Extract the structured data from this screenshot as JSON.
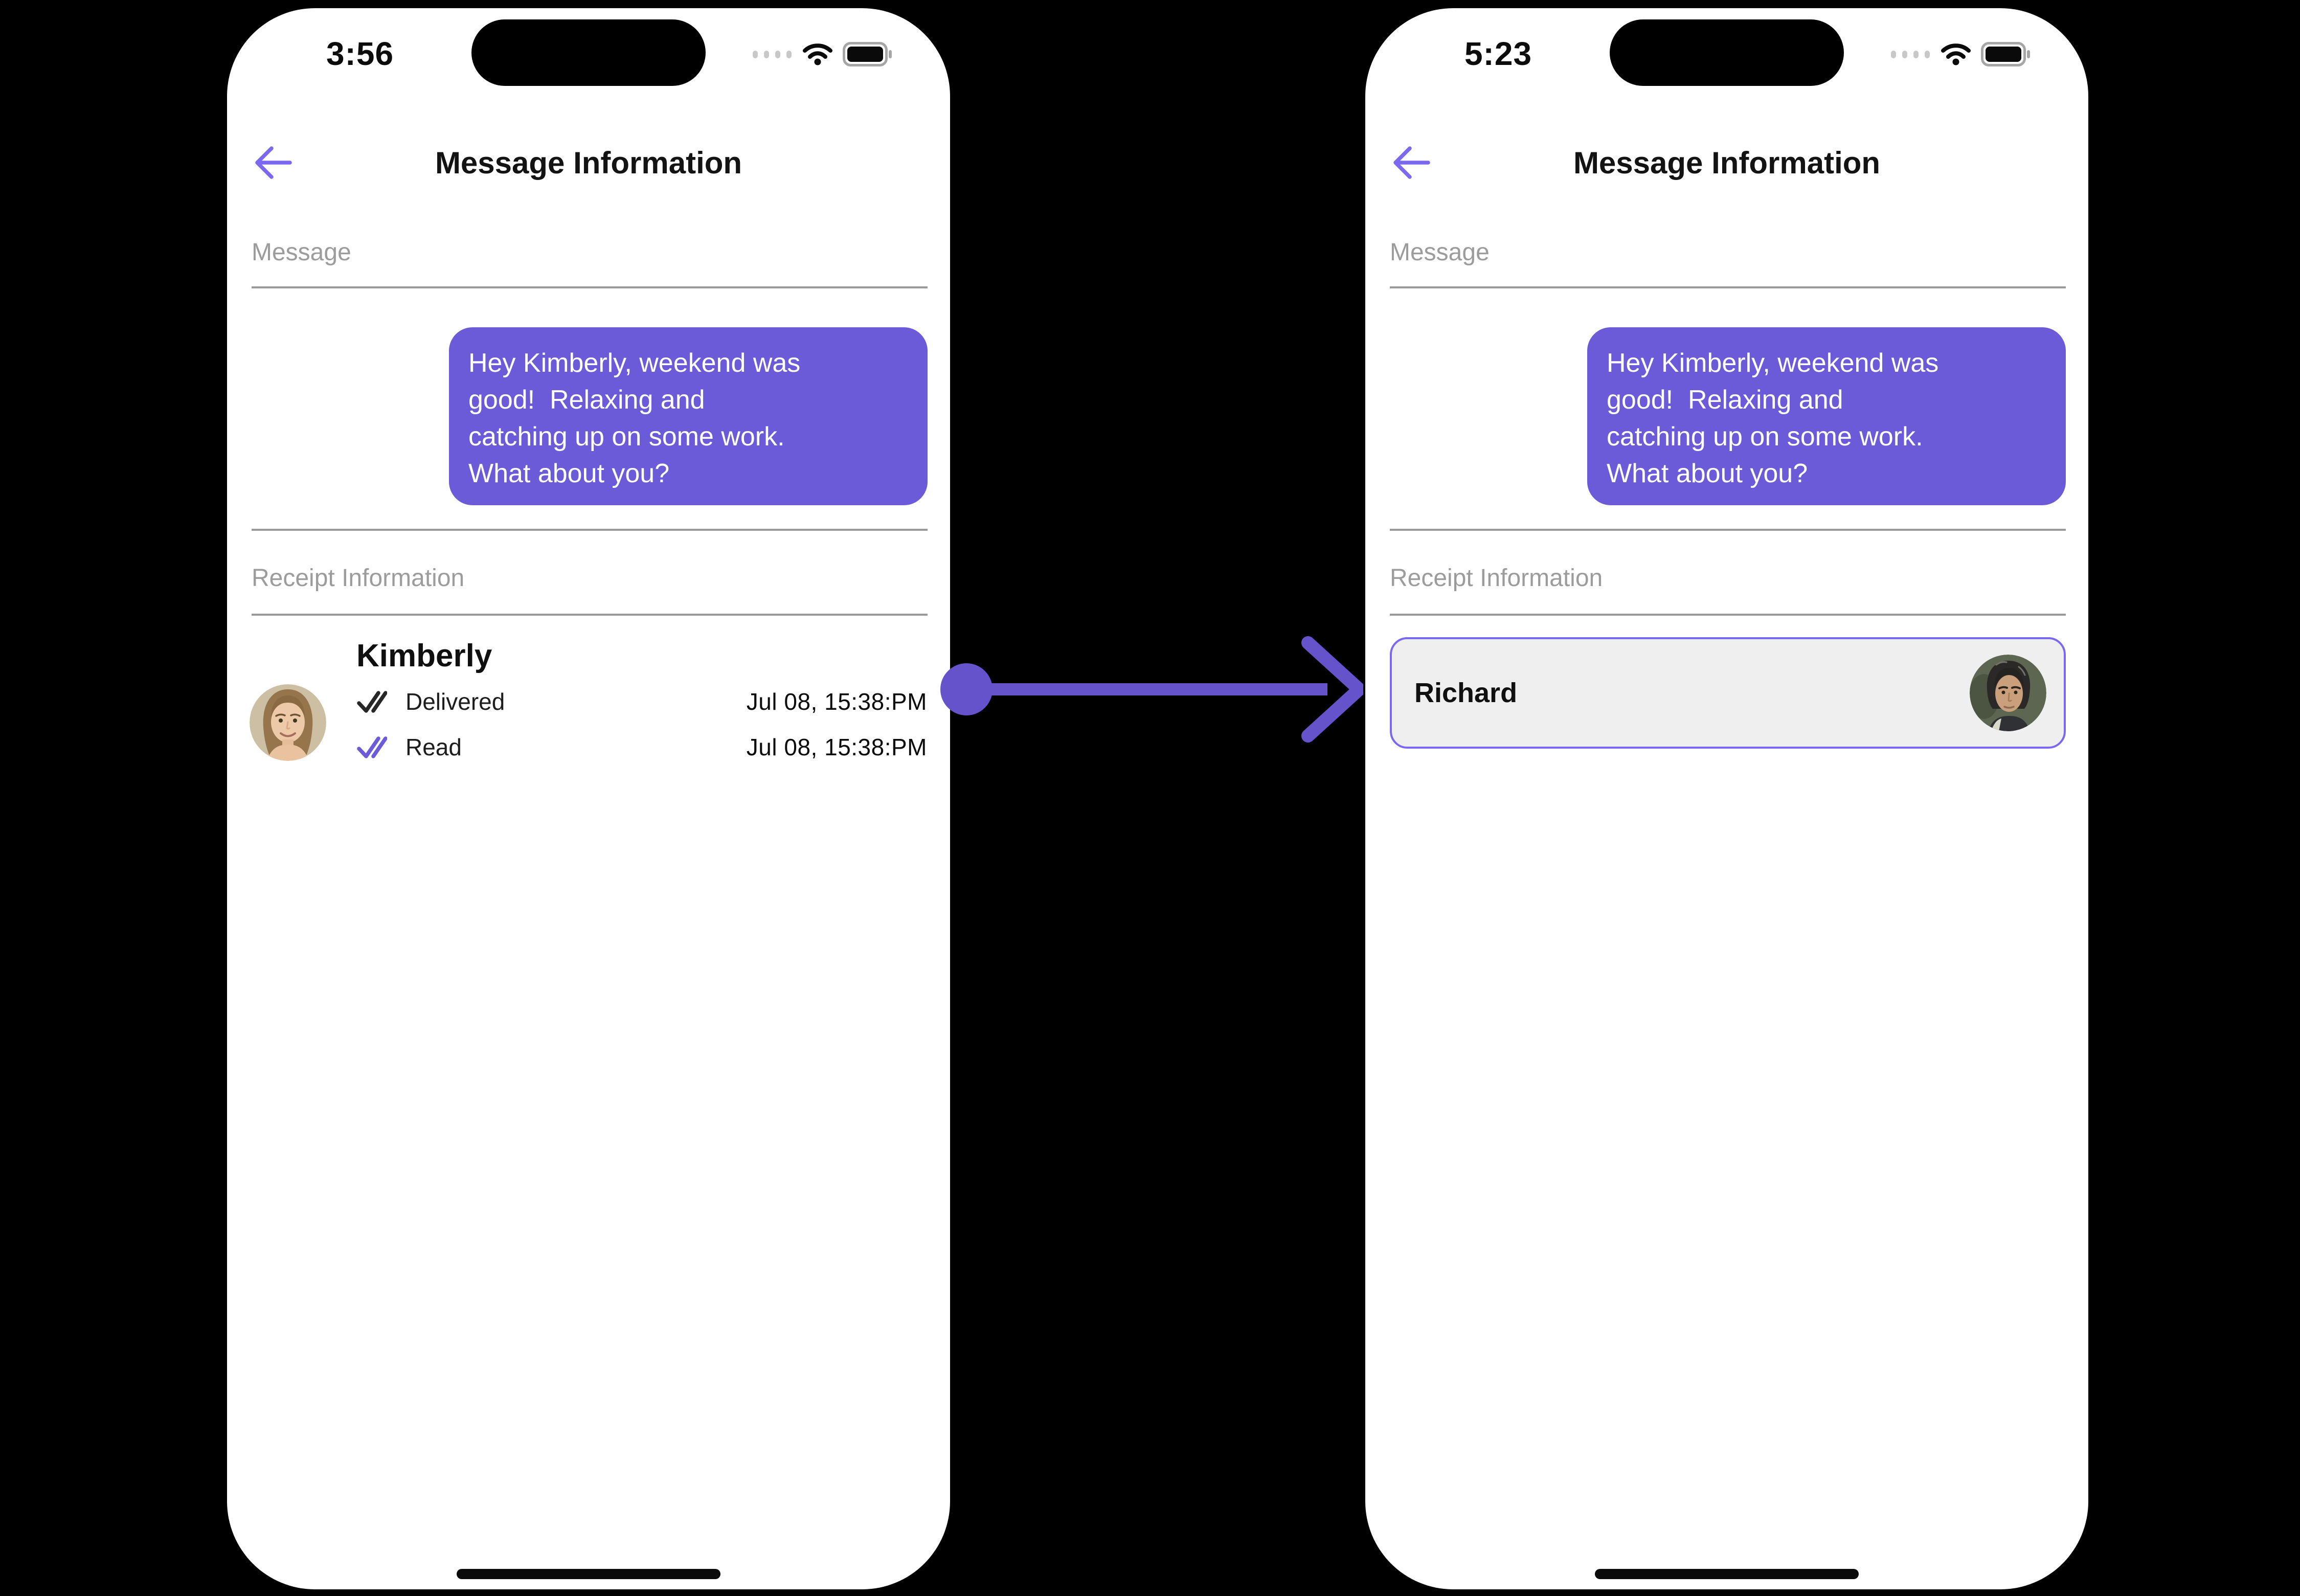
{
  "colors": {
    "accent_purple": "#6B5BD8",
    "bright_purple": "#7A68EE",
    "arrow_purple": "#6553CB",
    "label_gray": "#9C9C9C",
    "divider_gray": "#9A9A9A",
    "card_bg": "#EFEFEF",
    "ink": "#141414"
  },
  "icons": {
    "back": "arrow-left",
    "cellular": "signal-dots",
    "wifi": "wifi",
    "battery": "battery-full",
    "delivered": "double-check",
    "read": "double-check",
    "transition": "arrow-right-with-origin-dot",
    "home": "home-indicator"
  },
  "left": {
    "status_time": "3:56",
    "header_title": "Message Information",
    "message_label": "Message",
    "bubble_text": "Hey Kimberly, weekend was\ngood!  Relaxing and\ncatching up on some work.\nWhat about you?",
    "receipt_label": "Receipt Information",
    "contact_name": "Kimberly",
    "delivered_label": "Delivered",
    "delivered_time": "Jul 08, 15:38:PM",
    "read_label": "Read",
    "read_time": "Jul 08, 15:38:PM"
  },
  "right": {
    "status_time": "5:23",
    "header_title": "Message Information",
    "message_label": "Message",
    "bubble_text": "Hey Kimberly, weekend was\ngood!  Relaxing and\ncatching up on some work.\nWhat about you?",
    "receipt_label": "Receipt Information",
    "contact_name": "Richard"
  }
}
